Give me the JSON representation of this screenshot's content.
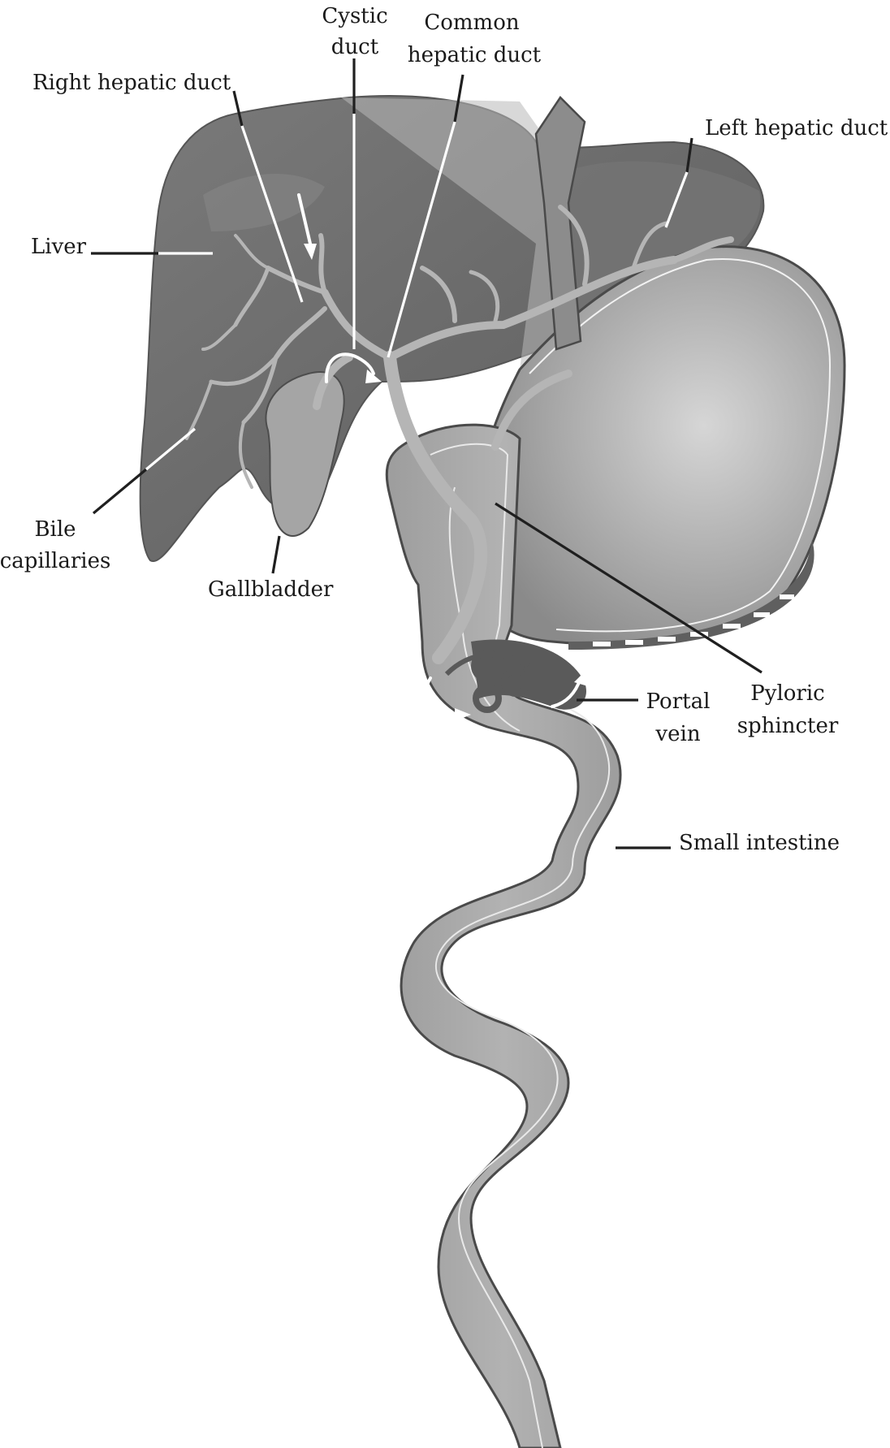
{
  "labels": {
    "cystic_duct": [
      "Cystic",
      "duct"
    ],
    "common_hepatic_duct": [
      "Common",
      "hepatic duct"
    ],
    "right_hepatic_duct": "Right hepatic duct",
    "left_hepatic_duct": "Left hepatic duct",
    "liver": "Liver",
    "bile_capillaries": [
      "Bile",
      "capillaries"
    ],
    "gallbladder": "Gallbladder",
    "portal_vein": [
      "Portal",
      "vein"
    ],
    "pyloric_sphincter": [
      "Pyloric",
      "sphincter"
    ],
    "small_intestine": "Small intestine"
  },
  "colors": {
    "liver": "#6f6f6f",
    "stomach": "#9c9c9c",
    "intestine": "#a6a6a6",
    "duct": "#b4b4b4",
    "outline": "#4a4a4a",
    "label_text": "#1a1a1a"
  },
  "style": "grayscale-anatomical-illustration"
}
